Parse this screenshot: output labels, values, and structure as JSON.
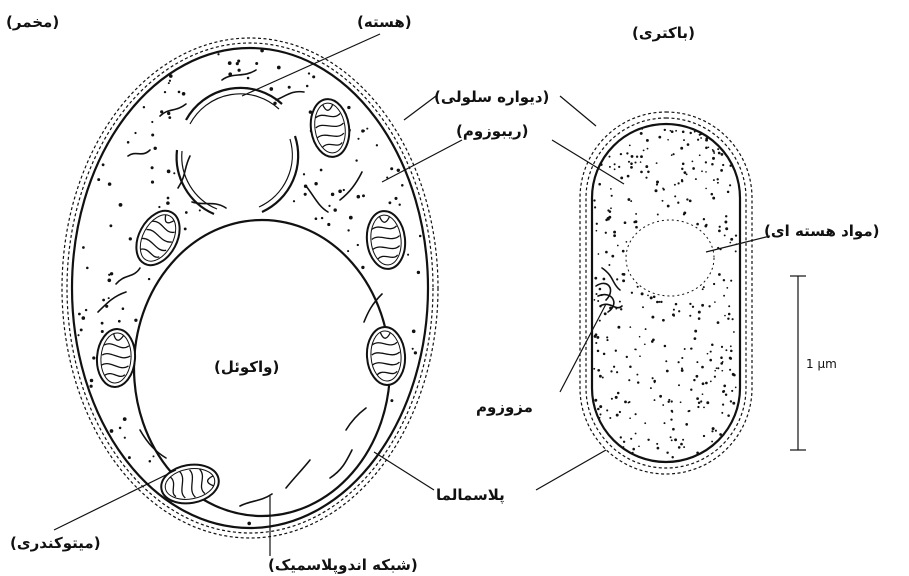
{
  "labels": {
    "yeast": "(مخمر)",
    "nucleus": "(هسته)",
    "bacterium": "(باکتری)",
    "cell_wall": "(دیواره سلولی)",
    "ribosome": "(ریبوزوم)",
    "nuclear_material": "(مواد هسته ای)",
    "vacuole": "(واکوئل)",
    "mesosome": "مزوزوم",
    "plasma_membrane": "پلاسمالما",
    "mitochondria": "(میتوکندری)",
    "endoplasmic_reticulum": "(شبکه اندوپلاسمیک)",
    "scale": "1 µm"
  },
  "colors": {
    "ink": "#111111",
    "background": "#ffffff"
  }
}
